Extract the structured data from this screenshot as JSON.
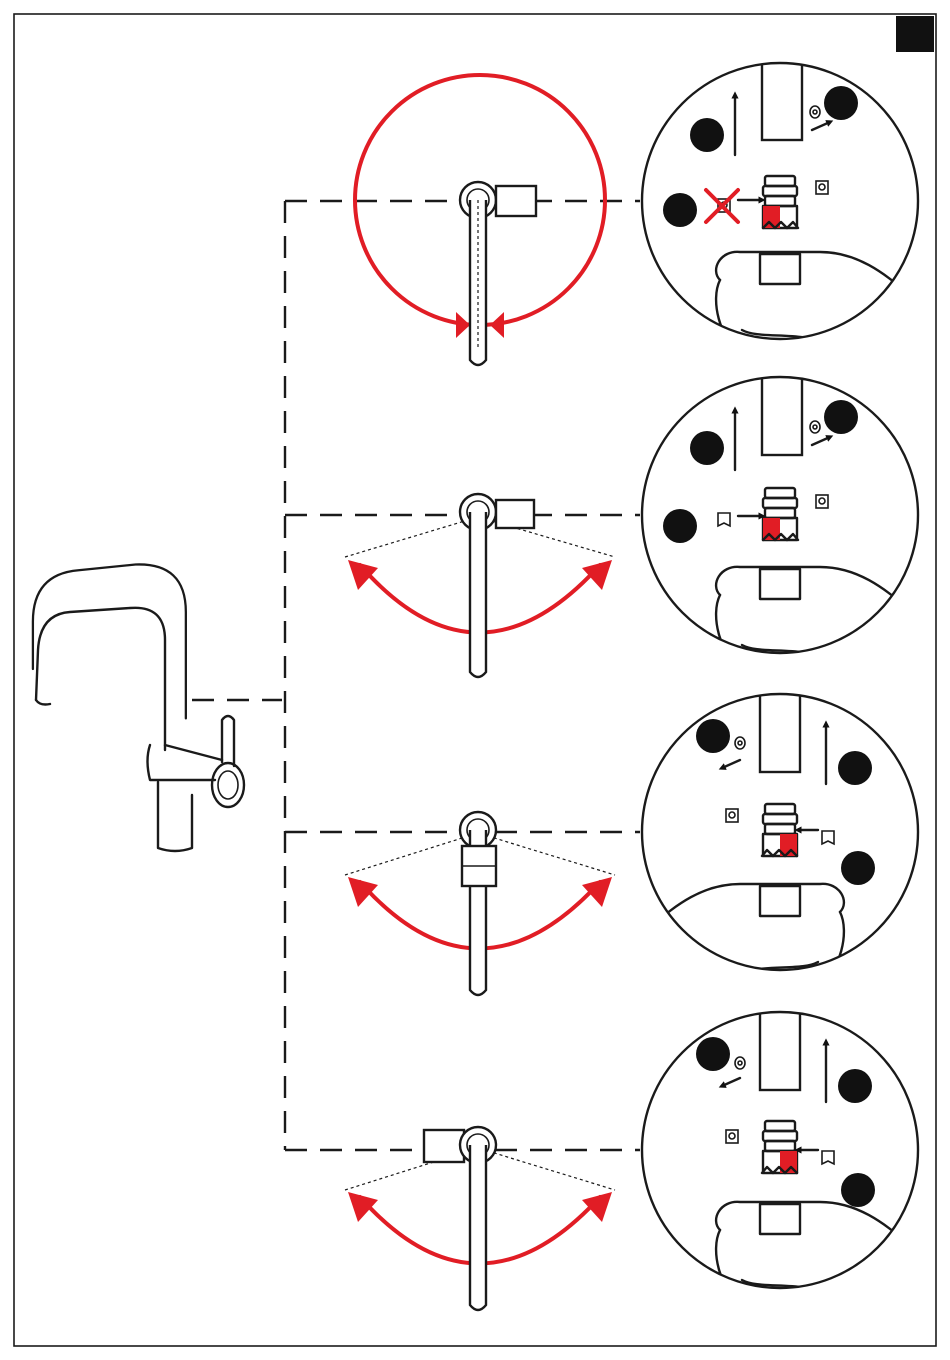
{
  "figure": {
    "kind": "installation-diagram",
    "accent_color": "#e11d25",
    "ink_color": "#1a1a1a",
    "marker_color": "#111111",
    "rotation_options": [
      {
        "id": "option-1",
        "rotation": "360-degree",
        "marker_count": 3
      },
      {
        "id": "option-2",
        "rotation": "limited-swing",
        "marker_count": 3
      },
      {
        "id": "option-3",
        "rotation": "limited-swing",
        "marker_count": 3
      },
      {
        "id": "option-4",
        "rotation": "limited-swing",
        "marker_count": 3
      }
    ]
  }
}
